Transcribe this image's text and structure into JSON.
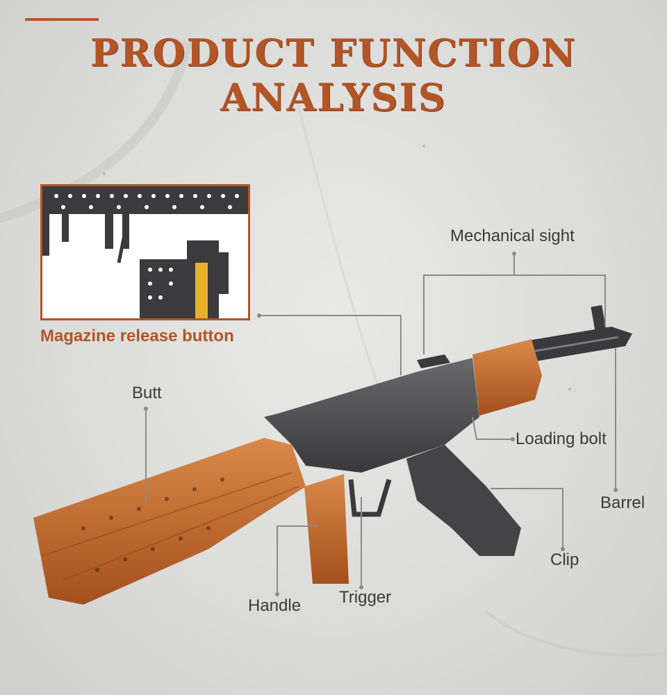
{
  "title": "PRODUCT FUNCTION ANALYSIS",
  "inset": {
    "caption": "Magazine release button"
  },
  "labels": {
    "mechanical_sight": "Mechanical sight",
    "butt": "Butt",
    "loading_bolt": "Loading bolt",
    "barrel": "Barrel",
    "clip": "Clip",
    "trigger": "Trigger",
    "handle": "Handle"
  },
  "colors": {
    "accent": "#b25527",
    "stock_orange": "#c96a2b",
    "body_gray": "#4a4a4c",
    "text": "#3a3a3a",
    "callout_line": "#8a8a8a"
  }
}
